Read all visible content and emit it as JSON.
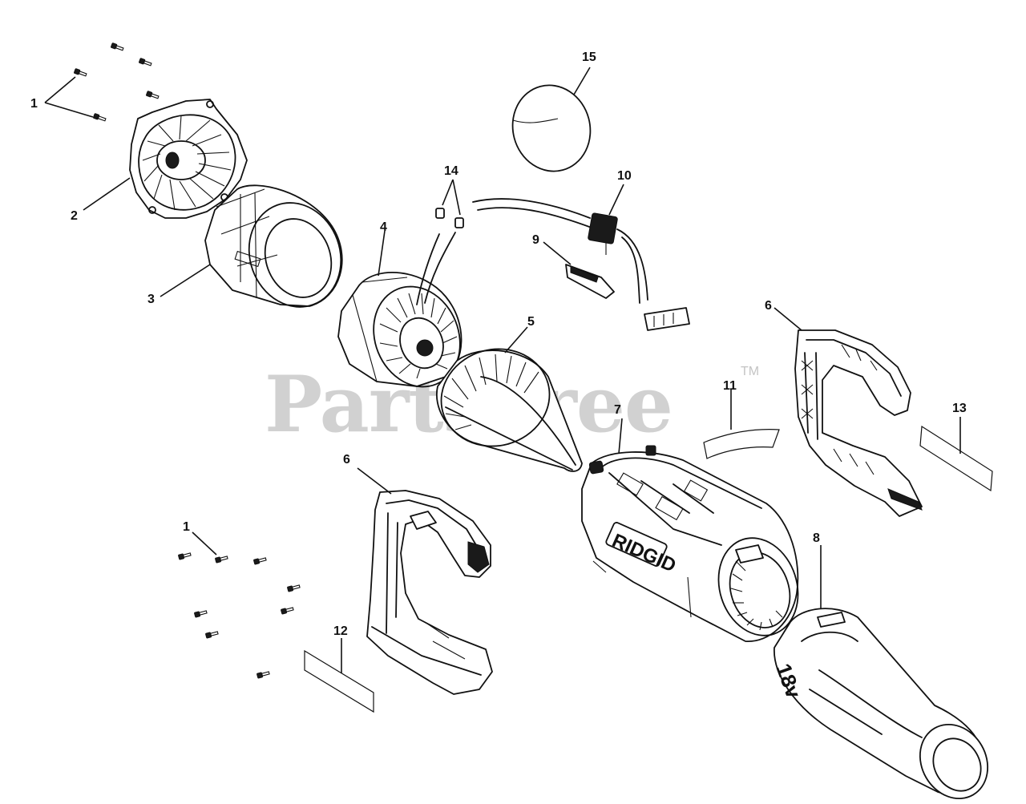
{
  "watermark": {
    "text": "PartsTree",
    "trademark": "TM"
  },
  "product_markings": {
    "brand": "RIDGID",
    "voltage": "18v"
  },
  "callouts": [
    {
      "id": "c1a",
      "number": "1"
    },
    {
      "id": "c1b",
      "number": "1"
    },
    {
      "id": "c2",
      "number": "2"
    },
    {
      "id": "c3",
      "number": "3"
    },
    {
      "id": "c4",
      "number": "4"
    },
    {
      "id": "c5",
      "number": "5"
    },
    {
      "id": "c6a",
      "number": "6"
    },
    {
      "id": "c6b",
      "number": "6"
    },
    {
      "id": "c7",
      "number": "7"
    },
    {
      "id": "c8",
      "number": "8"
    },
    {
      "id": "c9",
      "number": "9"
    },
    {
      "id": "c10",
      "number": "10"
    },
    {
      "id": "c11",
      "number": "11"
    },
    {
      "id": "c12",
      "number": "12"
    },
    {
      "id": "c13",
      "number": "13"
    },
    {
      "id": "c14",
      "number": "14"
    },
    {
      "id": "c15",
      "number": "15"
    }
  ]
}
